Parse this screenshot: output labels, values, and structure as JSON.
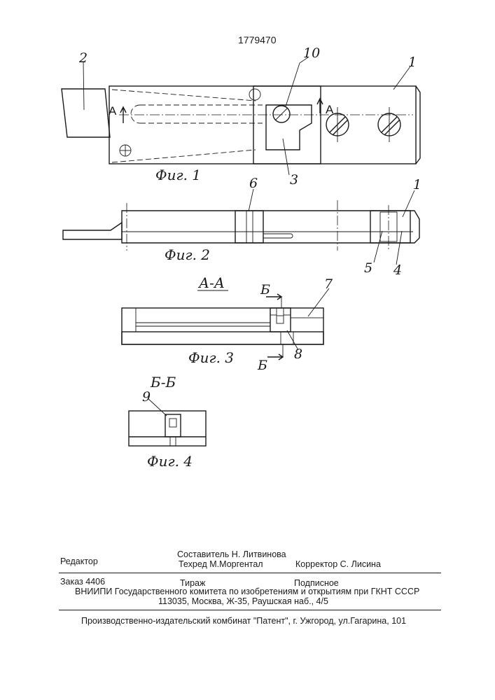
{
  "patent_number": "1779470",
  "figures": {
    "fig1": {
      "caption": "Фиг. 1",
      "section_mark": "А"
    },
    "fig2": {
      "caption": "Фиг. 2"
    },
    "fig3": {
      "caption": "Фиг. 3",
      "title": "А-А",
      "section_mark": "Б"
    },
    "fig4": {
      "caption": "Фиг. 4",
      "title": "Б-Б"
    }
  },
  "callouts": [
    "1",
    "2",
    "3",
    "4",
    "5",
    "6",
    "7",
    "8",
    "9",
    "10"
  ],
  "colophon": {
    "editor_label": "Редактор",
    "compiler": "Составитель  Н. Литвинова",
    "tech_editor": "Техред М.Моргентал",
    "corrector": "Корректор С. Лисина",
    "order": "Заказ  4406",
    "circulation": "Тираж",
    "subscription": "Подписное",
    "vniipi": "ВНИИПИ Государственного комитета по изобретениям и открытиям при ГКНТ СССР",
    "address": "113035, Москва, Ж-35, Раушская наб., 4/5",
    "publisher": "Производственно-издательский комбинат \"Патент\", г. Ужгород, ул.Гагарина, 101"
  }
}
